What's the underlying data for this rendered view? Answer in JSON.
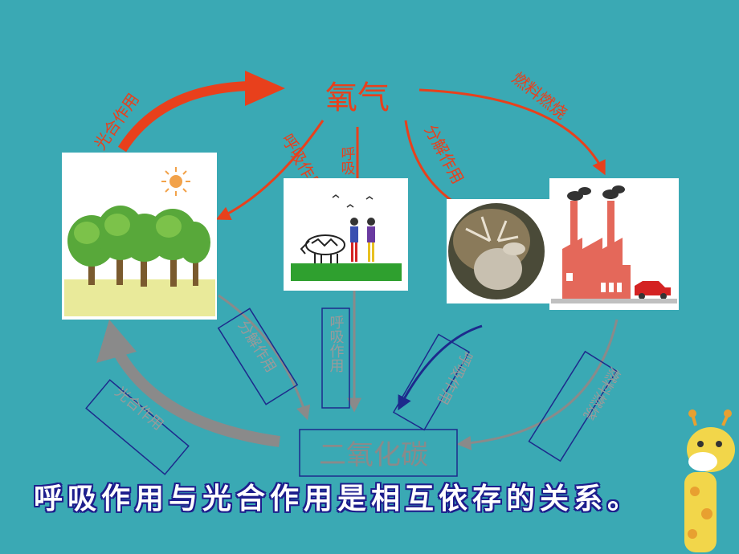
{
  "nodes": {
    "oxygen": "氧气",
    "co2": "二氧化碳"
  },
  "labels": {
    "photosynthesis_top": "光合作用",
    "respiration_plants_top": "呼吸作用",
    "respiration_animals_top": "呼吸",
    "decomposer_top": "分解作用",
    "combustion_top": "燃料燃烧",
    "decomposer_bottom": "分解作用",
    "respiration_animals_bottom": "呼吸作用",
    "respiration_decomposer_bottom": "呼吸作用",
    "combustion_bottom": "燃料燃烧",
    "photosynthesis_bottom": "光合作用"
  },
  "caption": "呼吸作用与光合作用是相互依存的关系。",
  "colors": {
    "background": "#3aa9b4",
    "oxygen_arrows": "#e8401c",
    "co2_arrows": "#8a8a8a",
    "caption_outline": "#1d1d8c"
  }
}
